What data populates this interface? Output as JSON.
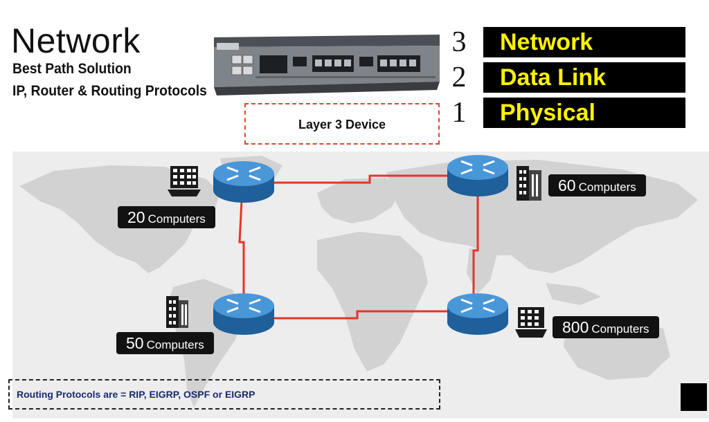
{
  "header": {
    "title": "Network",
    "subtitle_1": "Best Path Solution",
    "subtitle_2": "IP, Router & Routing Protocols"
  },
  "device": {
    "icon": "router-hardware-icon",
    "caption": "Layer 3 Device"
  },
  "osi_layers": [
    {
      "number": "3",
      "name": "Network"
    },
    {
      "number": "2",
      "name": "Data Link"
    },
    {
      "number": "1",
      "name": "Physical"
    }
  ],
  "sites": [
    {
      "count": "20",
      "unit": "Computers"
    },
    {
      "count": "60",
      "unit": "Computers"
    },
    {
      "count": "50",
      "unit": "Computers"
    },
    {
      "count": "800",
      "unit": "Computers"
    }
  ],
  "footer": {
    "protocols": "Routing Protocols are = RIP, EIGRP, OSPF or EIGRP"
  },
  "colors": {
    "layer_box_bg": "#000000",
    "layer_text": "#fff200",
    "link_line": "#e5332a",
    "router_body": "#2f7fc1",
    "count_badge": "#121212",
    "map_land": "#cfcfcf"
  }
}
